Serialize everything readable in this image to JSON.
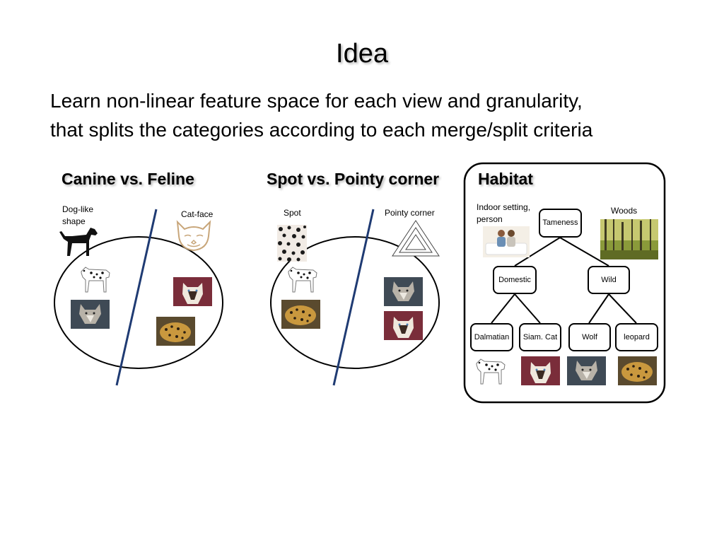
{
  "slide": {
    "title": "Idea",
    "body": [
      "Learn non-linear feature space for each view and granularity,",
      "that splits the categories according to each merge/split criteria"
    ]
  },
  "panels": {
    "canine_feline": {
      "heading": "Canine vs. Feline",
      "left_label": "Dog-like shape",
      "right_label": "Cat-face"
    },
    "spot_pointy": {
      "heading": "Spot vs. Pointy corner",
      "left_label": "Spot",
      "right_label": "Pointy corner"
    },
    "habitat": {
      "heading": "Habitat",
      "left_label": "Indoor setting, person",
      "right_label": "Woods",
      "tree": {
        "root": "Tameness",
        "level1": [
          "Domestic",
          "Wild"
        ],
        "leaves": [
          "Dalmatian",
          "Siam. Cat",
          "Wolf",
          "leopard"
        ]
      }
    }
  },
  "icons": {
    "images": [
      "dalmatian-image",
      "wolf-image",
      "siamese-cat-image",
      "leopard-image",
      "dog-silhouette-icon",
      "cat-face-icon",
      "spot-pattern-icon",
      "triangle-corner-icon",
      "people-on-couch-image",
      "woods-image"
    ]
  }
}
